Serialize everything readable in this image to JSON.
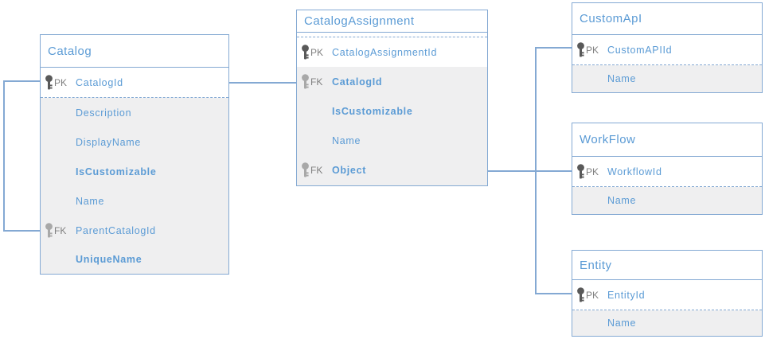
{
  "colors": {
    "line_blue": "#84a9d3",
    "text_blue": "#5b9bd5",
    "key_label_gray": "#7f7f7f",
    "pk_key_dark_gray": "#595959",
    "fk_key_light_gray": "#a8a8a8",
    "attribute_section_bg": "#efeff0"
  },
  "tables": [
    {
      "title": "Catalog",
      "columns": [
        {
          "key": "PK",
          "name": "CatalogId",
          "bold": false
        },
        {
          "key": "",
          "name": "Description",
          "bold": false
        },
        {
          "key": "",
          "name": "DisplayName",
          "bold": false
        },
        {
          "key": "",
          "name": "IsCustomizable",
          "bold": true
        },
        {
          "key": "",
          "name": "Name",
          "bold": false
        },
        {
          "key": "FK",
          "name": "ParentCatalogId",
          "bold": false
        },
        {
          "key": "",
          "name": "UniqueName",
          "bold": true
        }
      ]
    },
    {
      "title": "CatalogAssignment",
      "columns": [
        {
          "key": "PK",
          "name": "CatalogAssignmentId",
          "bold": false
        },
        {
          "key": "FK",
          "name": "CatalogId",
          "bold": true
        },
        {
          "key": "",
          "name": "IsCustomizable",
          "bold": true
        },
        {
          "key": "",
          "name": "Name",
          "bold": false
        },
        {
          "key": "FK",
          "name": "Object",
          "bold": true
        }
      ]
    },
    {
      "title": "CustomApI",
      "columns": [
        {
          "key": "PK",
          "name": "CustomAPIId",
          "bold": false
        },
        {
          "key": "",
          "name": "Name",
          "bold": false
        }
      ]
    },
    {
      "title": "WorkFlow",
      "columns": [
        {
          "key": "PK",
          "name": "WorkflowId",
          "bold": false
        },
        {
          "key": "",
          "name": "Name",
          "bold": false
        }
      ]
    },
    {
      "title": "Entity",
      "columns": [
        {
          "key": "PK",
          "name": "EntityId",
          "bold": false
        },
        {
          "key": "",
          "name": "Name",
          "bold": false
        }
      ]
    }
  ],
  "relationships": [
    {
      "from": "Catalog.CatalogId",
      "to": "Catalog.ParentCatalogId",
      "type": "self-reference"
    },
    {
      "from": "Catalog.CatalogId",
      "to": "CatalogAssignment.CatalogId",
      "type": "one-to-many"
    },
    {
      "from": "CatalogAssignment.Object",
      "to": "CustomApI.CustomAPIId",
      "type": "reference"
    },
    {
      "from": "CatalogAssignment.Object",
      "to": "WorkFlow.WorkflowId",
      "type": "reference"
    },
    {
      "from": "CatalogAssignment.Object",
      "to": "Entity.EntityId",
      "type": "reference"
    }
  ]
}
